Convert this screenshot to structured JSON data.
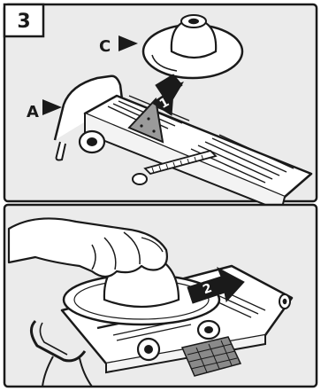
{
  "step": {
    "number": "3"
  },
  "panel_top": {
    "labels": {
      "c": "C",
      "a": "A"
    },
    "arrow_number": "1"
  },
  "panel_bottom": {
    "arrow_number": "2"
  },
  "colors": {
    "panel_bg": "#ebebeb",
    "outline": "#1a1a1a",
    "highlight": "#ffffff",
    "dark": "#1a1a1a"
  }
}
